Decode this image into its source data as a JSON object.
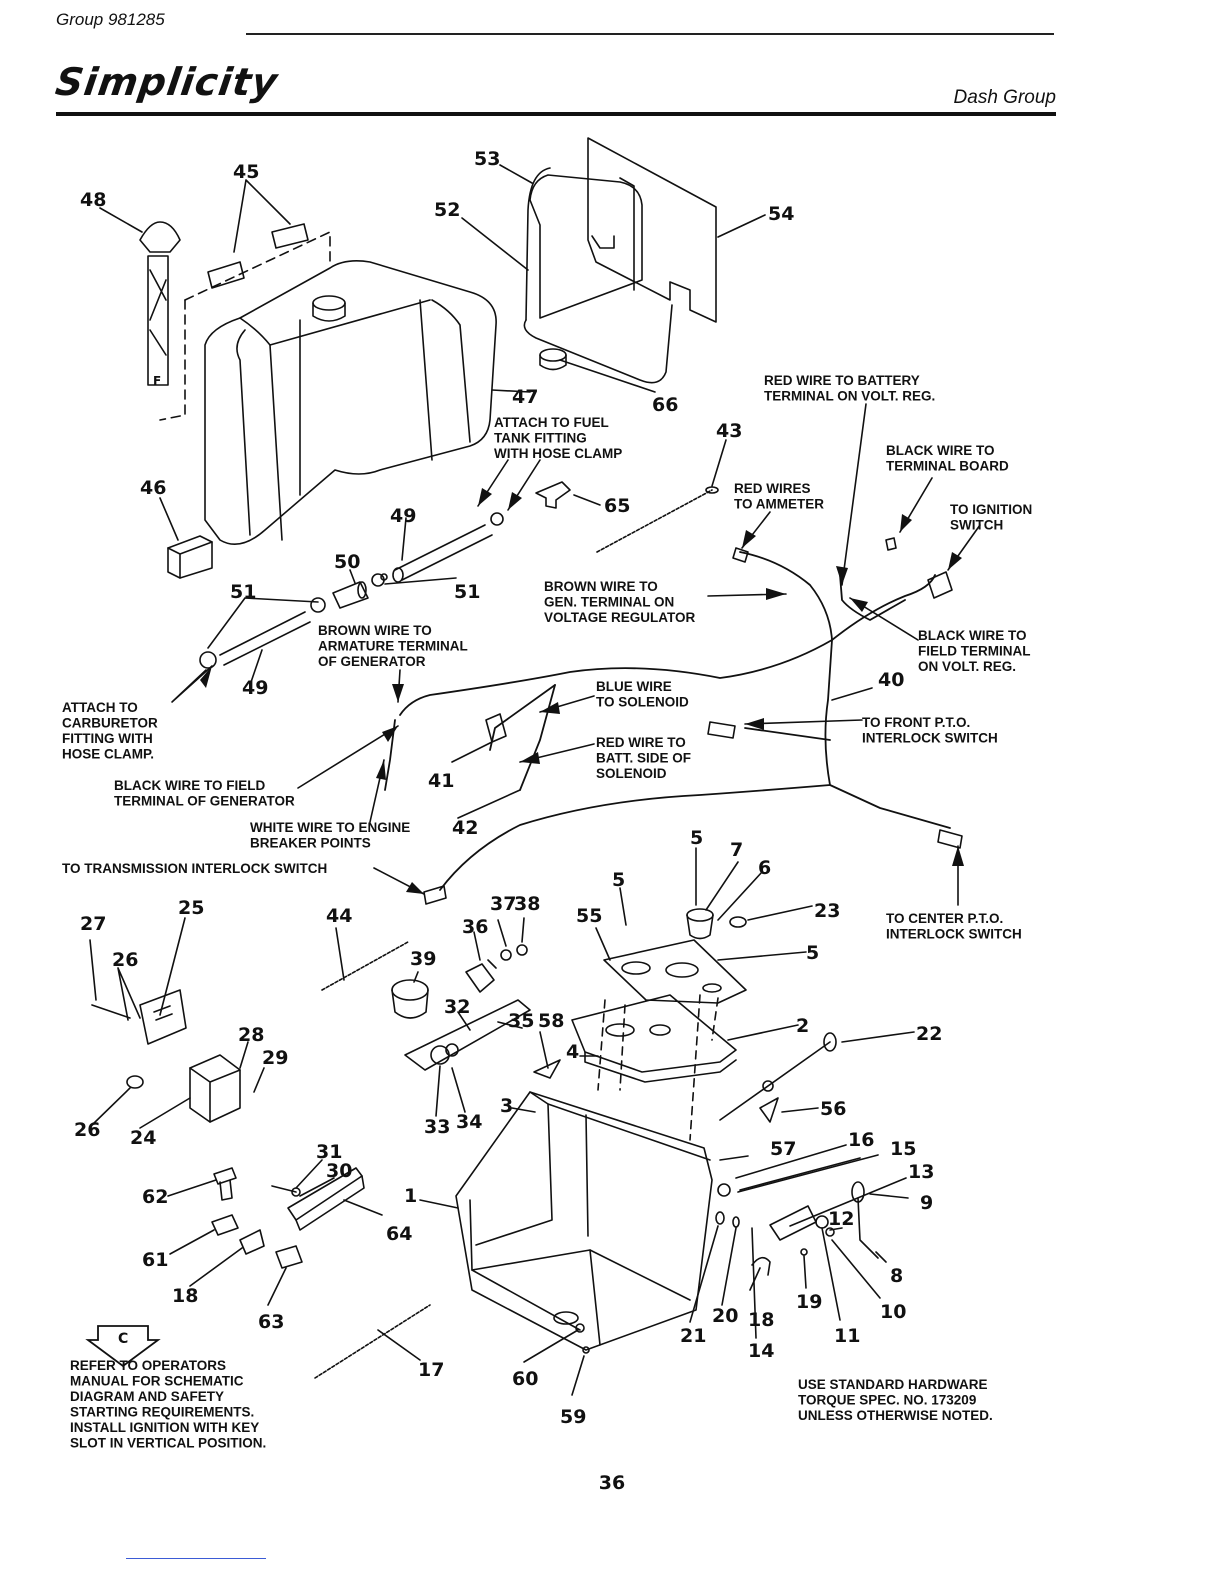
{
  "header": {
    "group": "Group 981285",
    "brand": "Simplicity",
    "section": "Dash Group"
  },
  "page_number": "36",
  "part_numbers": [
    {
      "id": "48",
      "label": "48"
    },
    {
      "id": "45",
      "label": "45"
    },
    {
      "id": "53",
      "label": "53"
    },
    {
      "id": "52",
      "label": "52"
    },
    {
      "id": "54",
      "label": "54"
    },
    {
      "id": "47",
      "label": "47"
    },
    {
      "id": "66",
      "label": "66"
    },
    {
      "id": "43",
      "label": "43"
    },
    {
      "id": "46",
      "label": "46"
    },
    {
      "id": "49a",
      "label": "49"
    },
    {
      "id": "65",
      "label": "65"
    },
    {
      "id": "50",
      "label": "50"
    },
    {
      "id": "51a",
      "label": "51"
    },
    {
      "id": "51b",
      "label": "51"
    },
    {
      "id": "49b",
      "label": "49"
    },
    {
      "id": "40",
      "label": "40"
    },
    {
      "id": "41",
      "label": "41"
    },
    {
      "id": "42",
      "label": "42"
    },
    {
      "id": "5a",
      "label": "5"
    },
    {
      "id": "7",
      "label": "7"
    },
    {
      "id": "6",
      "label": "6"
    },
    {
      "id": "5b",
      "label": "5"
    },
    {
      "id": "23",
      "label": "23"
    },
    {
      "id": "5c",
      "label": "5"
    },
    {
      "id": "55",
      "label": "55"
    },
    {
      "id": "25",
      "label": "25"
    },
    {
      "id": "27",
      "label": "27"
    },
    {
      "id": "26a",
      "label": "26"
    },
    {
      "id": "44",
      "label": "44"
    },
    {
      "id": "36",
      "label": "36"
    },
    {
      "id": "37",
      "label": "37"
    },
    {
      "id": "38",
      "label": "38"
    },
    {
      "id": "39",
      "label": "39"
    },
    {
      "id": "32",
      "label": "32"
    },
    {
      "id": "35",
      "label": "35"
    },
    {
      "id": "58",
      "label": "58"
    },
    {
      "id": "2",
      "label": "2"
    },
    {
      "id": "22",
      "label": "22"
    },
    {
      "id": "4",
      "label": "4"
    },
    {
      "id": "28",
      "label": "28"
    },
    {
      "id": "29",
      "label": "29"
    },
    {
      "id": "26b",
      "label": "26"
    },
    {
      "id": "24",
      "label": "24"
    },
    {
      "id": "33",
      "label": "33"
    },
    {
      "id": "34",
      "label": "34"
    },
    {
      "id": "3",
      "label": "3"
    },
    {
      "id": "56",
      "label": "56"
    },
    {
      "id": "57",
      "label": "57"
    },
    {
      "id": "16",
      "label": "16"
    },
    {
      "id": "15",
      "label": "15"
    },
    {
      "id": "13",
      "label": "13"
    },
    {
      "id": "9",
      "label": "9"
    },
    {
      "id": "31",
      "label": "31"
    },
    {
      "id": "30",
      "label": "30"
    },
    {
      "id": "62",
      "label": "62"
    },
    {
      "id": "1",
      "label": "1"
    },
    {
      "id": "12",
      "label": "12"
    },
    {
      "id": "64",
      "label": "64"
    },
    {
      "id": "61",
      "label": "61"
    },
    {
      "id": "8",
      "label": "8"
    },
    {
      "id": "18a",
      "label": "18"
    },
    {
      "id": "63",
      "label": "63"
    },
    {
      "id": "21",
      "label": "21"
    },
    {
      "id": "20",
      "label": "20"
    },
    {
      "id": "18b",
      "label": "18"
    },
    {
      "id": "19",
      "label": "19"
    },
    {
      "id": "10",
      "label": "10"
    },
    {
      "id": "11",
      "label": "11"
    },
    {
      "id": "14",
      "label": "14"
    },
    {
      "id": "17",
      "label": "17"
    },
    {
      "id": "60",
      "label": "60"
    },
    {
      "id": "59",
      "label": "59"
    }
  ],
  "annotations": {
    "red_wire_battery": [
      "RED WIRE TO BATTERY",
      "TERMINAL ON VOLT. REG."
    ],
    "black_wire_terminal_board": [
      "BLACK WIRE TO",
      "TERMINAL BOARD"
    ],
    "to_ignition_switch": [
      "TO IGNITION",
      "SWITCH"
    ],
    "attach_fuel_tank": [
      "ATTACH TO FUEL",
      "TANK FITTING",
      "WITH HOSE CLAMP"
    ],
    "red_wires_ammeter": [
      "RED WIRES",
      "TO AMMETER"
    ],
    "brown_wire_gen": [
      "BROWN WIRE TO",
      "GEN. TERMINAL ON",
      "VOLTAGE REGULATOR"
    ],
    "black_wire_field_volt": [
      "BLACK WIRE TO",
      "FIELD TERMINAL",
      "ON VOLT. REG."
    ],
    "brown_wire_armature": [
      "BROWN WIRE TO",
      "ARMATURE TERMINAL",
      "OF GENERATOR"
    ],
    "blue_wire_solenoid": [
      "BLUE WIRE",
      "TO SOLENOID"
    ],
    "attach_carburetor": [
      "ATTACH TO",
      "CARBURETOR",
      "FITTING WITH",
      "HOSE CLAMP."
    ],
    "front_pto": [
      "TO FRONT P.T.O.",
      "INTERLOCK SWITCH"
    ],
    "red_wire_batt_solenoid": [
      "RED WIRE TO",
      "BATT. SIDE OF",
      "SOLENOID"
    ],
    "black_wire_field_gen": [
      "BLACK WIRE TO FIELD",
      "TERMINAL OF GENERATOR"
    ],
    "white_wire_engine": [
      "WHITE WIRE TO ENGINE",
      "BREAKER POINTS"
    ],
    "transmission_interlock": [
      "TO TRANSMISSION INTERLOCK SWITCH"
    ],
    "center_pto": [
      "TO CENTER P.T.O.",
      "INTERLOCK SWITCH"
    ],
    "refer_operators": [
      "REFER TO OPERATORS",
      "MANUAL FOR SCHEMATIC",
      "DIAGRAM AND SAFETY",
      "STARTING REQUIREMENTS.",
      "INSTALL IGNITION WITH KEY",
      "SLOT IN VERTICAL POSITION."
    ],
    "standard_hardware": [
      "USE STANDARD HARDWARE",
      "TORQUE SPEC. NO. 173209",
      "UNLESS OTHERWISE NOTED."
    ]
  },
  "symbol_letter": "C",
  "decal_letter": "F"
}
